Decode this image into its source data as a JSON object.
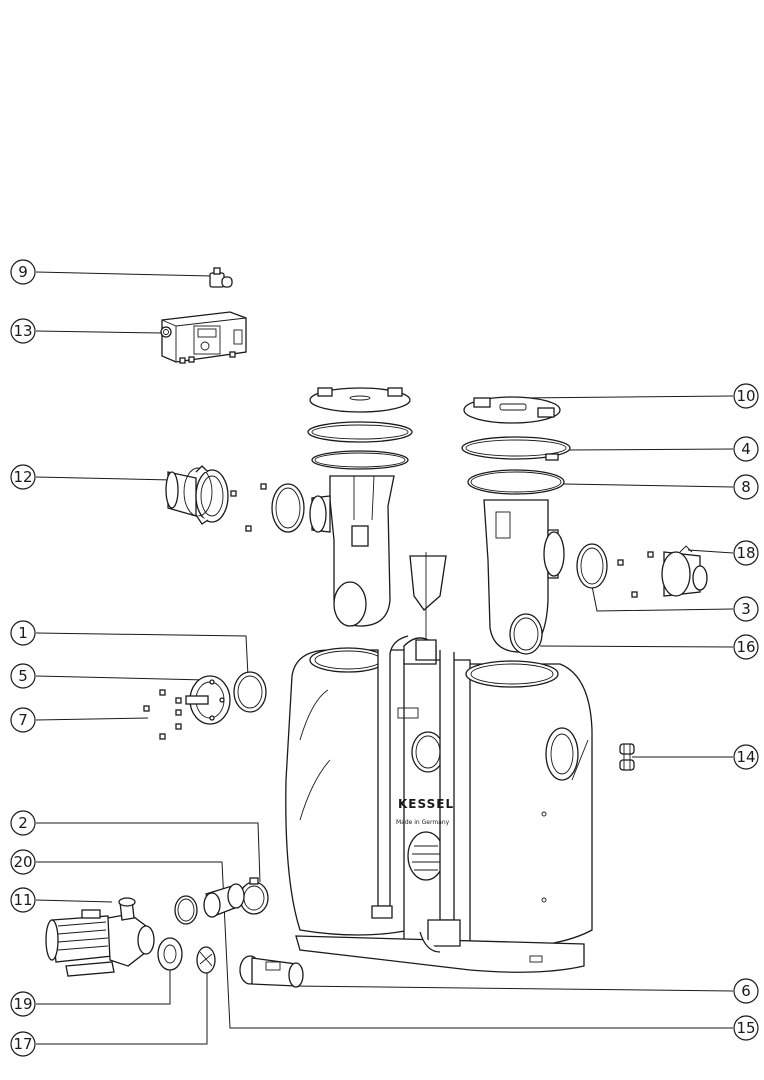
{
  "diagram": {
    "brand_text": "KESSEL",
    "made_in_text": "Made in Germany",
    "callouts": [
      {
        "id": "c9",
        "label": "9"
      },
      {
        "id": "c13",
        "label": "13"
      },
      {
        "id": "c12",
        "label": "12"
      },
      {
        "id": "c1",
        "label": "1"
      },
      {
        "id": "c5",
        "label": "5"
      },
      {
        "id": "c7",
        "label": "7"
      },
      {
        "id": "c2",
        "label": "2"
      },
      {
        "id": "c20",
        "label": "20"
      },
      {
        "id": "c11",
        "label": "11"
      },
      {
        "id": "c19",
        "label": "19"
      },
      {
        "id": "c17",
        "label": "17"
      },
      {
        "id": "c10",
        "label": "10"
      },
      {
        "id": "c4",
        "label": "4"
      },
      {
        "id": "c8",
        "label": "8"
      },
      {
        "id": "c18",
        "label": "18"
      },
      {
        "id": "c3",
        "label": "3"
      },
      {
        "id": "c16",
        "label": "16"
      },
      {
        "id": "c14",
        "label": "14"
      },
      {
        "id": "c6",
        "label": "6"
      },
      {
        "id": "c15",
        "label": "15"
      }
    ]
  }
}
